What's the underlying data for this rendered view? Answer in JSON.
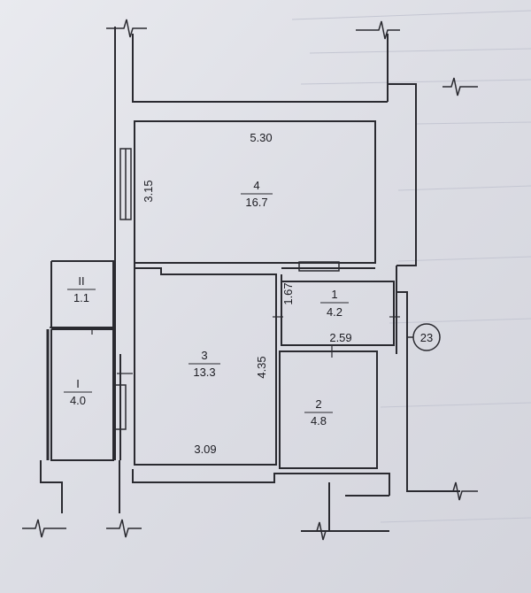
{
  "plan": {
    "apartment_number": "23",
    "rooms": [
      {
        "id": "4",
        "area": "16.7"
      },
      {
        "id": "3",
        "area": "13.3"
      },
      {
        "id": "1",
        "area": "4.2"
      },
      {
        "id": "2",
        "area": "4.8"
      },
      {
        "id": "II",
        "area": "1.1"
      },
      {
        "id": "I",
        "area": "4.0"
      }
    ],
    "dimensions": {
      "room4_width": "5.30",
      "room4_depth": "3.15",
      "room3_depth": "4.35",
      "room3_width": "3.09",
      "room1_depth": "1.67",
      "room2_width": "2.59"
    }
  }
}
